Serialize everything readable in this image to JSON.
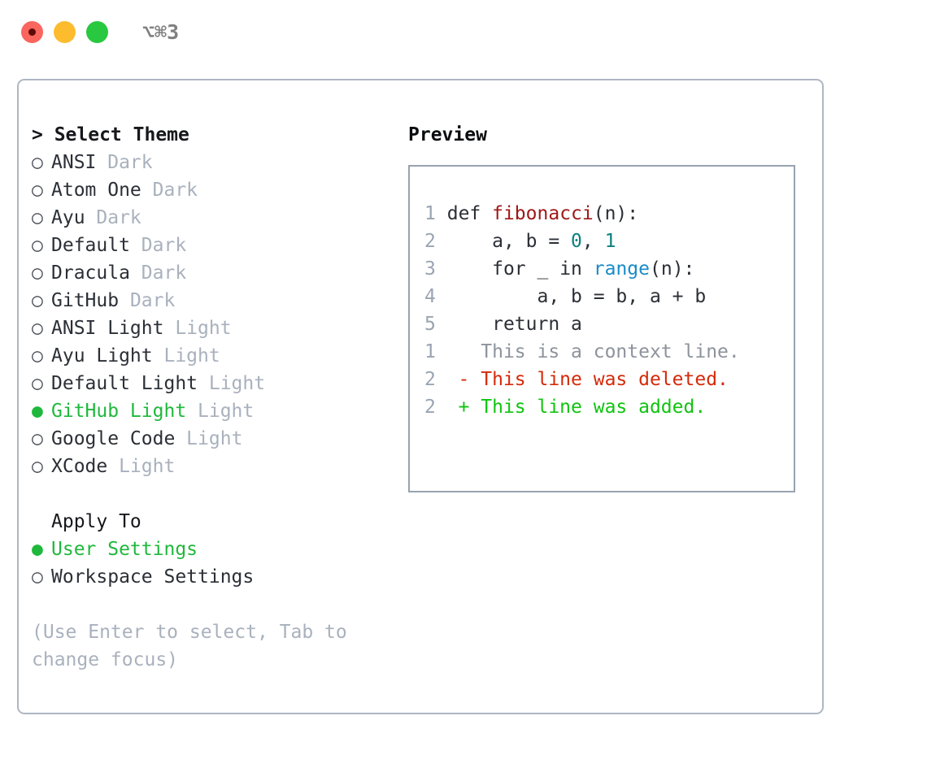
{
  "titlebar": {
    "lights": [
      {
        "name": "close",
        "color": "#fa655e"
      },
      {
        "name": "minimize",
        "color": "#fcbc2e"
      },
      {
        "name": "zoom",
        "color": "#28c840"
      }
    ],
    "shortcut": "⌥⌘3"
  },
  "theme_picker": {
    "header": "> Select Theme",
    "items": [
      {
        "marker": "○",
        "label": "ANSI",
        "suffix": "Dark",
        "selected": false
      },
      {
        "marker": "○",
        "label": "Atom One",
        "suffix": "Dark",
        "selected": false
      },
      {
        "marker": "○",
        "label": "Ayu",
        "suffix": "Dark",
        "selected": false
      },
      {
        "marker": "○",
        "label": "Default",
        "suffix": "Dark",
        "selected": false
      },
      {
        "marker": "○",
        "label": "Dracula",
        "suffix": "Dark",
        "selected": false
      },
      {
        "marker": "○",
        "label": "GitHub",
        "suffix": "Dark",
        "selected": false
      },
      {
        "marker": "○",
        "label": "ANSI Light",
        "suffix": "Light",
        "selected": false
      },
      {
        "marker": "○",
        "label": "Ayu Light",
        "suffix": "Light",
        "selected": false
      },
      {
        "marker": "○",
        "label": "Default Light",
        "suffix": "Light",
        "selected": false
      },
      {
        "marker": "●",
        "label": "GitHub Light",
        "suffix": "Light",
        "selected": true
      },
      {
        "marker": "○",
        "label": "Google Code",
        "suffix": "Light",
        "selected": false
      },
      {
        "marker": "○",
        "label": "XCode",
        "suffix": "Light",
        "selected": false
      }
    ]
  },
  "apply_to": {
    "header": "Apply To",
    "items": [
      {
        "marker": "●",
        "label": "User Settings",
        "selected": true
      },
      {
        "marker": "○",
        "label": "Workspace Settings",
        "selected": false
      }
    ]
  },
  "hint": "(Use Enter to select, Tab to change focus)",
  "preview": {
    "title": "Preview",
    "code_lines": [
      {
        "no": "1",
        "indent": "",
        "tokens": [
          {
            "t": "def ",
            "c": "kw"
          },
          {
            "t": "fibonacci",
            "c": "fn"
          },
          {
            "t": "(n):",
            "c": "plain"
          }
        ]
      },
      {
        "no": "2",
        "indent": "    ",
        "tokens": [
          {
            "t": "a, b = ",
            "c": "plain"
          },
          {
            "t": "0",
            "c": "num"
          },
          {
            "t": ", ",
            "c": "plain"
          },
          {
            "t": "1",
            "c": "num"
          }
        ]
      },
      {
        "no": "3",
        "indent": "    ",
        "tokens": [
          {
            "t": "for ",
            "c": "kw"
          },
          {
            "t": "_ ",
            "c": "plain"
          },
          {
            "t": "in ",
            "c": "kw"
          },
          {
            "t": "range",
            "c": "bi"
          },
          {
            "t": "(n):",
            "c": "plain"
          }
        ]
      },
      {
        "no": "4",
        "indent": "        ",
        "tokens": [
          {
            "t": "a, b = b, a + b",
            "c": "plain"
          }
        ]
      },
      {
        "no": "5",
        "indent": "    ",
        "tokens": [
          {
            "t": "return ",
            "c": "kw"
          },
          {
            "t": "a",
            "c": "plain"
          }
        ]
      }
    ],
    "diff_lines": [
      {
        "no": "1",
        "sign": "  ",
        "text": "This is a context line.",
        "kind": "context"
      },
      {
        "no": "2",
        "sign": "- ",
        "text": "This line was deleted.",
        "kind": "deleted"
      },
      {
        "no": "2",
        "sign": "+ ",
        "text": "This line was added.",
        "kind": "added"
      }
    ]
  },
  "colors": {
    "accent_green": "#20b83c",
    "muted": "#a9b1bd",
    "border": "#aeb7c3",
    "preview_border": "#97a3b0",
    "diff_deleted": "#d42a0a",
    "diff_added": "#10c410",
    "syntax_function": "#a01818",
    "syntax_number": "#0d8080",
    "syntax_builtin": "#1a8cc8"
  }
}
